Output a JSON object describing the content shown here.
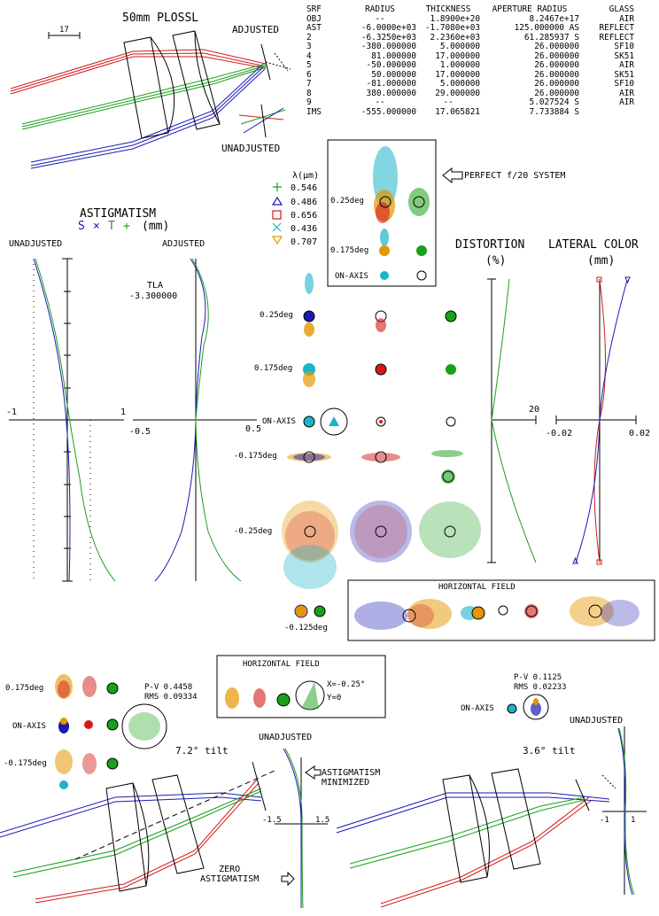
{
  "title": "50mm PLOSSL",
  "scale_label": "17",
  "adjusted": "ADJUSTED",
  "unadjusted": "UNADJUSTED",
  "lens_table": {
    "headers": [
      "SRF",
      "RADIUS",
      "THICKNESS",
      "APERTURE RADIUS",
      "GLASS"
    ],
    "rows": [
      [
        "OBJ",
        "--",
        "1.8900e+20",
        "8.2467e+17",
        "AIR"
      ],
      [
        "AST",
        "-6.0000e+03",
        "-1.7080e+03",
        "125.000000 AS",
        "REFLECT"
      ],
      [
        "2",
        "-6.3250e+03",
        "2.2360e+03",
        "61.285937 S",
        "REFLECT"
      ],
      [
        "3",
        "-380.000000",
        "5.000000",
        "26.000000",
        "SF10"
      ],
      [
        "4",
        "81.000000",
        "17.000000",
        "26.000000",
        "SK51"
      ],
      [
        "5",
        "-50.000000",
        "1.000000",
        "26.000000",
        "AIR"
      ],
      [
        "6",
        "50.000000",
        "17.000000",
        "26.000000",
        "SK51"
      ],
      [
        "7",
        "-81.000000",
        "5.000000",
        "26.000000",
        "SF10"
      ],
      [
        "8",
        "380.000000",
        "29.000000",
        "26.000000",
        "AIR"
      ],
      [
        "9",
        "--",
        "--",
        "5.027524 S",
        "AIR"
      ],
      [
        "IMS",
        "-555.000000",
        "17.065821",
        "7.733884 S",
        ""
      ]
    ]
  },
  "wavelengths": {
    "header": "λ(µm)",
    "items": [
      {
        "symbol": "+",
        "value": "0.546",
        "color": "#1aa01a"
      },
      {
        "symbol": "△",
        "value": "0.486",
        "color": "#1a1ab4"
      },
      {
        "symbol": "□",
        "value": "0.656",
        "color": "#d21a1a"
      },
      {
        "symbol": "×",
        "value": "0.436",
        "color": "#1ab4c8"
      },
      {
        "symbol": "▽",
        "value": "0.707",
        "color": "#e69600"
      }
    ]
  },
  "perfect_system": "PERFECT f/20 SYSTEM",
  "perfect_fields": [
    "0.25deg",
    "0.175deg",
    "ON-AXIS"
  ],
  "astigmatism": {
    "title": "ASTIGMATISM",
    "legend_s": "S",
    "legend_x": "×",
    "legend_t": "T",
    "legend_plus": "+",
    "unit": "(mm)",
    "left_header": "UNADJUSTED",
    "right_header": "ADJUSTED",
    "left_ticks": [
      "-1",
      "1"
    ],
    "right_ticks": [
      "-0.5",
      "0.5"
    ],
    "tla_label": "TLA",
    "tla_value": "-3.300000"
  },
  "spot_fields": [
    "0.25deg",
    "0.175deg",
    "ON-AXIS",
    "-0.175deg",
    "-0.25deg",
    "-0.125deg"
  ],
  "distortion": {
    "title": "DISTORTION",
    "unit": "(%)",
    "tick": "20"
  },
  "lateral_color": {
    "title": "LATERAL COLOR",
    "unit": "(mm)",
    "ticks": [
      "-0.02",
      "0.02"
    ]
  },
  "horizontal_field": "HORIZONTAL FIELD",
  "bottom_left": {
    "fields": [
      "0.175deg",
      "ON-AXIS",
      "-0.175deg"
    ],
    "pv": "P-V 0.4458",
    "rms": "RMS 0.09334",
    "tilt": "7.2° tilt",
    "unadjusted": "UNADJUSTED",
    "astig_min": "ASTIGMATISM\nMINIMIZED",
    "zero_astig": "ZERO\nASTIGMATISM",
    "ticks": [
      "-1.5",
      "1.5"
    ]
  },
  "hfield_box": {
    "title": "HORIZONTAL FIELD",
    "x": "X=-0.25°",
    "y": "Y=0"
  },
  "bottom_right": {
    "pv": "P-V 0.1125",
    "rms": "RMS 0.02233",
    "onaxis": "ON-AXIS",
    "tilt": "3.6° tilt",
    "unadjusted": "UNADJUSTED",
    "ticks": [
      "-1",
      "1"
    ]
  }
}
